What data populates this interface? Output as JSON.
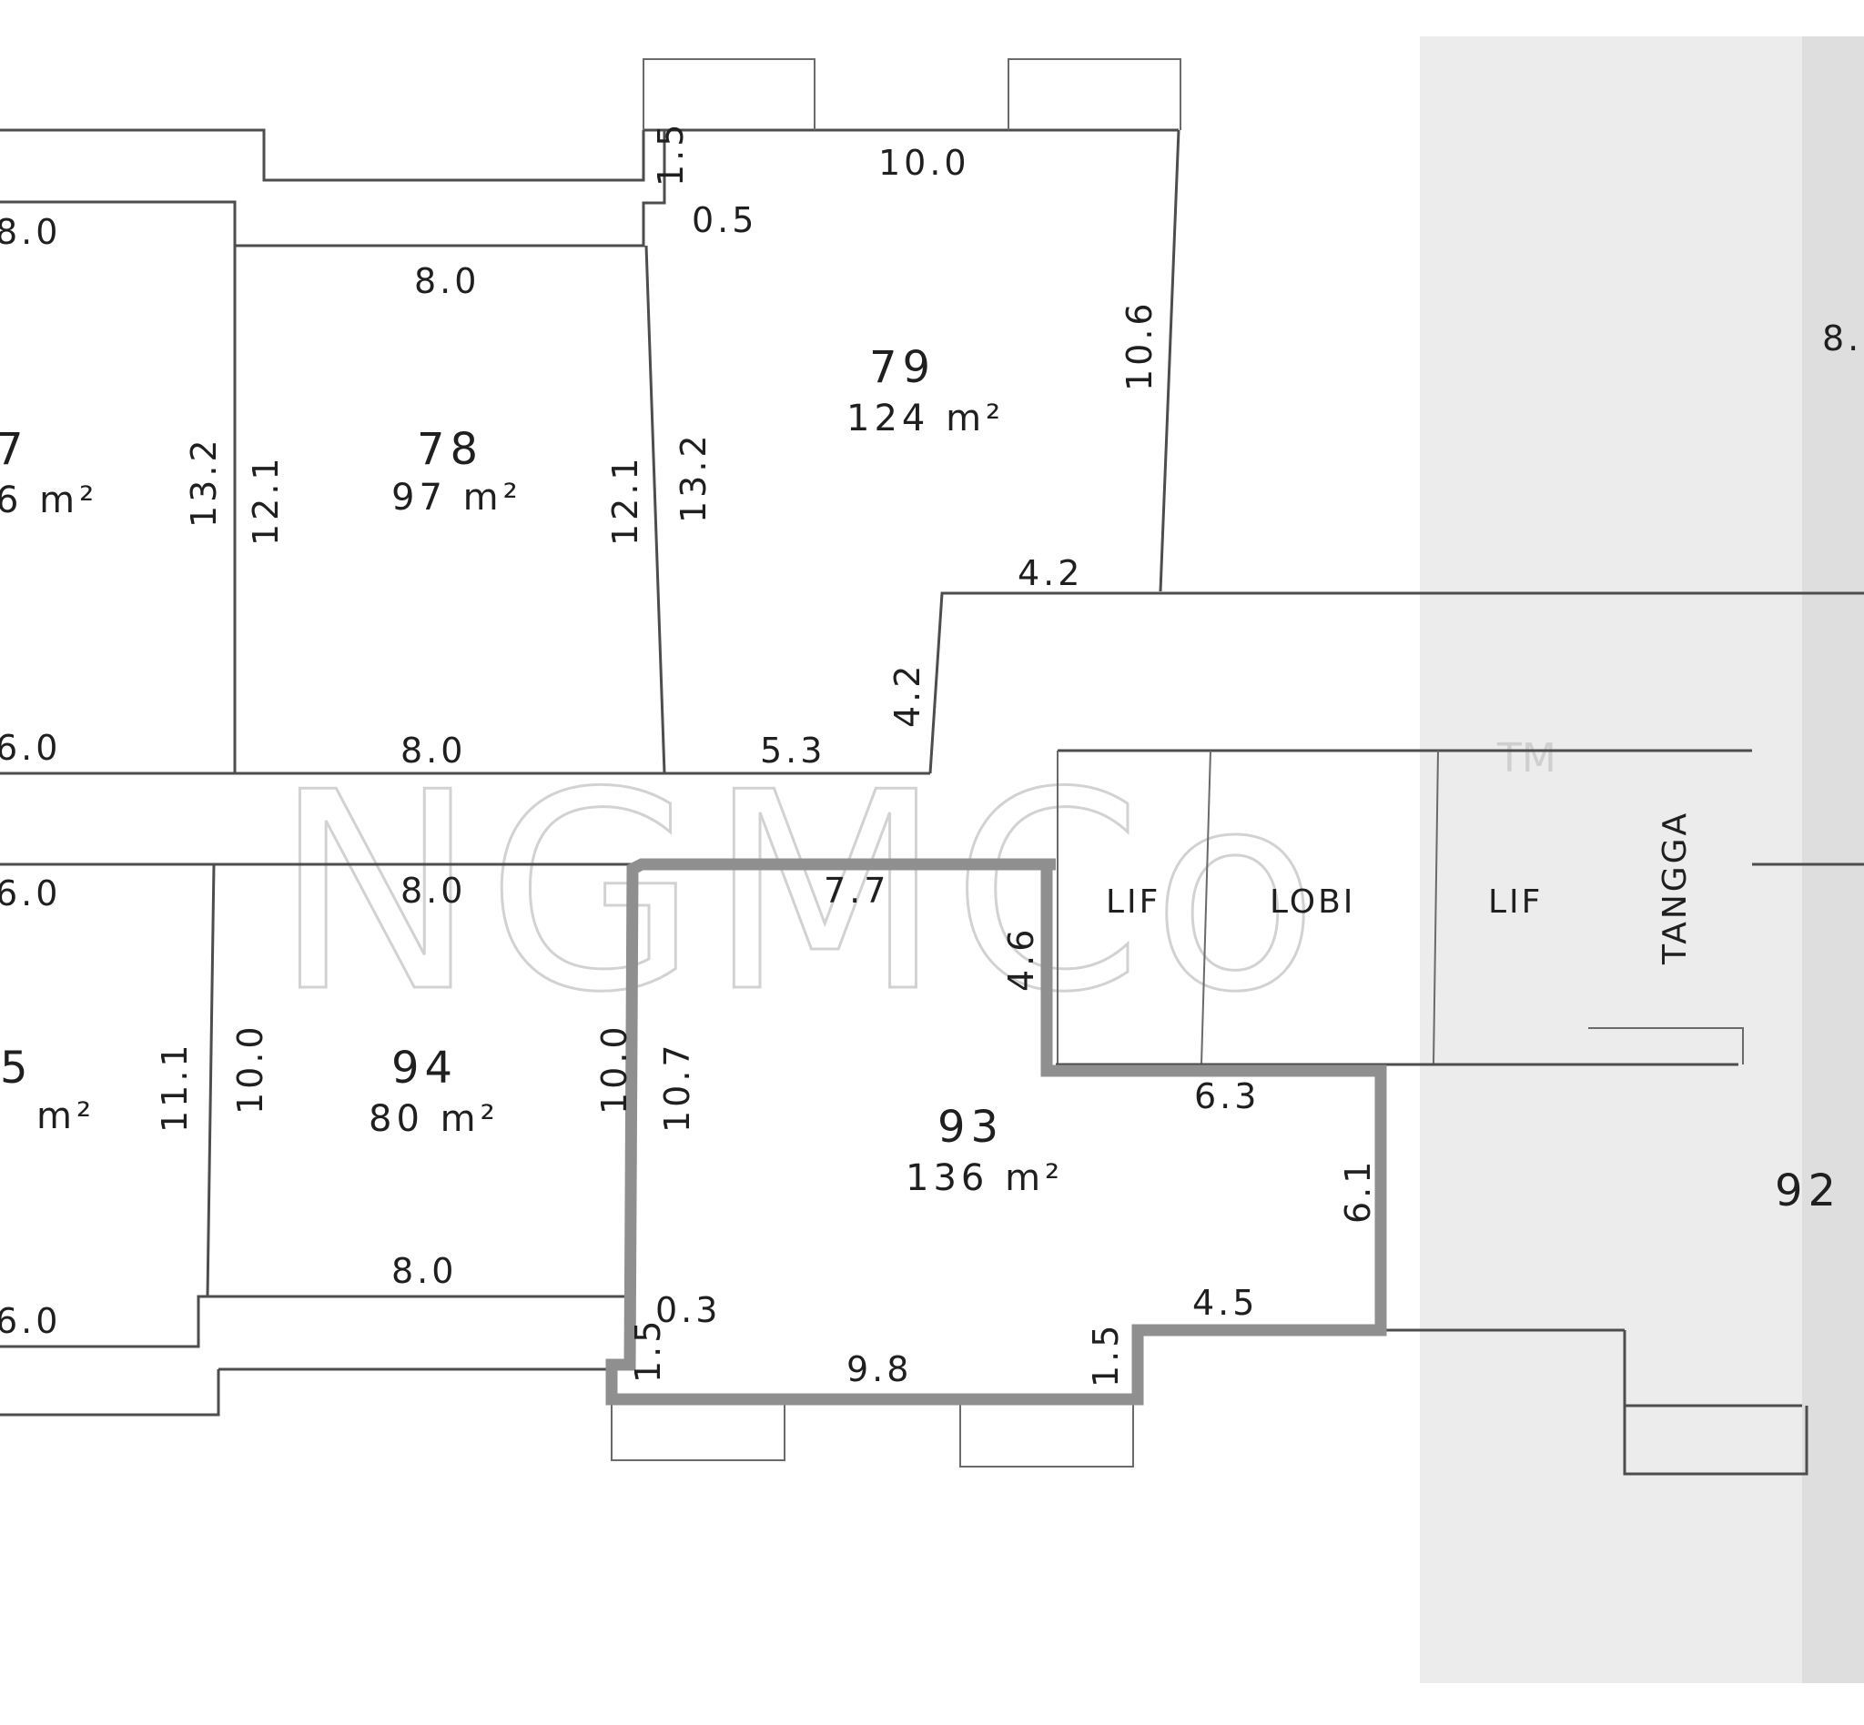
{
  "watermark": {
    "text": "NGMCo",
    "tm": "TM"
  },
  "rooms": [
    {
      "id": "77",
      "label": "7",
      "area": "6 m²"
    },
    {
      "id": "78",
      "label": "78",
      "area": "97 m²"
    },
    {
      "id": "79",
      "label": "79",
      "area": "124 m²"
    },
    {
      "id": "95",
      "label": "5",
      "area": "m²"
    },
    {
      "id": "94",
      "label": "94",
      "area": "80 m²"
    },
    {
      "id": "93",
      "label": "93",
      "area": "136 m²"
    },
    {
      "id": "92",
      "label": "92"
    }
  ],
  "core": {
    "lift_left": "LIF",
    "lobby": "LOBI",
    "lift_right": "LIF",
    "stairs": "TANGGA"
  },
  "dimensions": {
    "d_8_0_topleft": "8.0",
    "d_8_0_78_top": "8.0",
    "d_10_0_79_top": "10.0",
    "d_1_5_top": "1.5",
    "d_0_5_top": "0.5",
    "d_13_2_left": "13.2",
    "d_12_1_left": "12.1",
    "d_12_1_right": "12.1",
    "d_13_2_right": "13.2",
    "d_10_6": "10.6",
    "d_4_2_h": "4.2",
    "d_4_2_v": "4.2",
    "d_6_0_midleft": "6.0",
    "d_8_0_78_bottom": "8.0",
    "d_5_3": "5.3",
    "d_6_0_lowerleft": "6.0",
    "d_8_0_94_top": "8.0",
    "d_7_7": "7.7",
    "d_4_6": "4.6",
    "d_11_1": "11.1",
    "d_10_0_94_left": "10.0",
    "d_10_0_94_right": "10.0",
    "d_10_7": "10.7",
    "d_6_3": "6.3",
    "d_6_1": "6.1",
    "d_8_0_94_bottom": "8.0",
    "d_6_0_bottomleft": "6.0",
    "d_0_3": "0.3",
    "d_1_5_bottom": "1.5",
    "d_9_8": "9.8",
    "d_1_5_bottom_right": "1.5",
    "d_4_5": "4.5",
    "d_8_right_edge": "8."
  },
  "colors": {
    "wall": "#4d4d4d",
    "highlight": "#8f8f8f",
    "text": "#1f1f1f"
  }
}
